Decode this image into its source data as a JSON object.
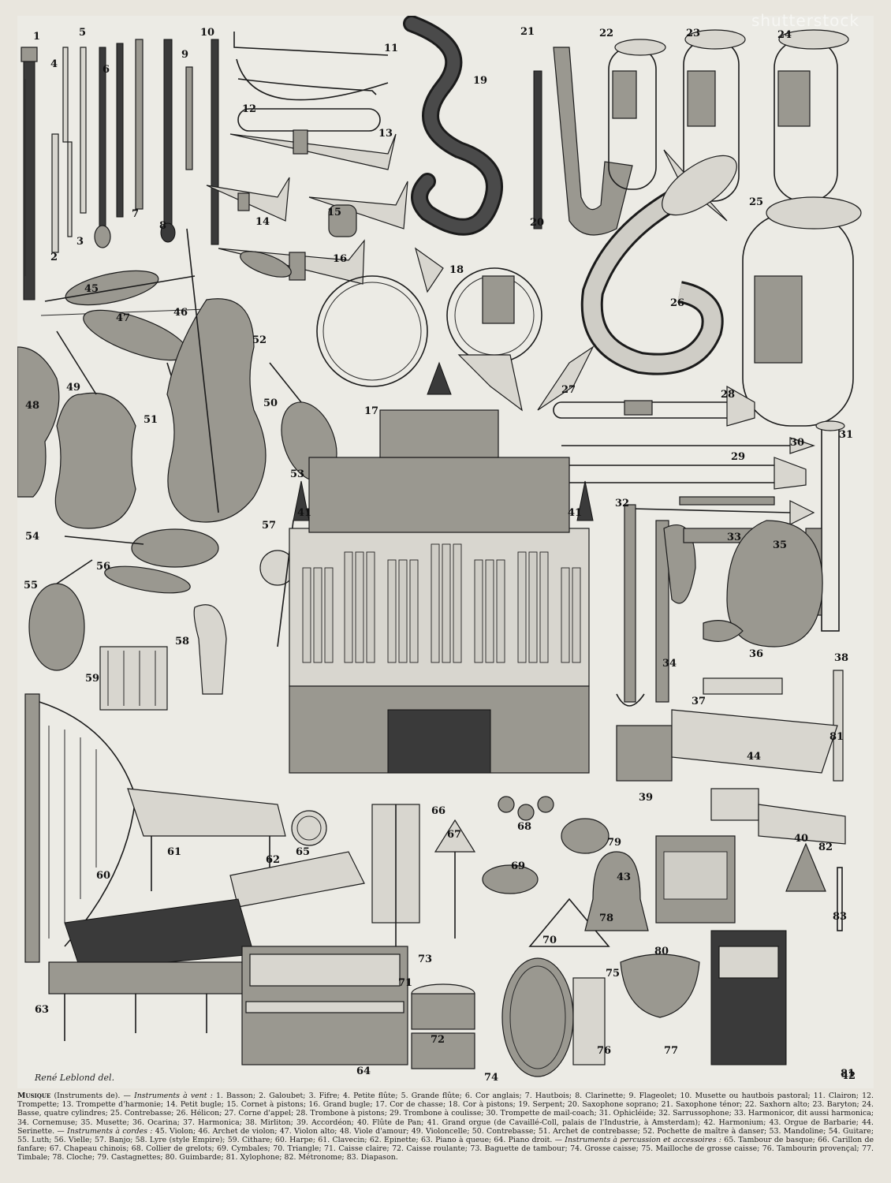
{
  "signature": "René Leblond del.",
  "watermark": "shutterstock",
  "caption": {
    "lead": "Musique",
    "lead_rest": " (Instruments de). — ",
    "wind_heading": "Instruments à vent :",
    "wind_text": " 1. Basson; 2. Galoubet; 3. Fifre; 4. Petite flûte; 5. Grande flûte; 6. Cor anglais; 7. Hautbois; 8. Clarinette; 9. Flageolet; 10. Musette ou hautbois pastoral; 11. Clairon; 12. Trompette; 13. Trompette d'harmonie; 14. Petit bugle; 15. Cornet à pistons; 16. Grand bugle; 17. Cor de chasse; 18. Cor à pistons; 19. Serpent; 20. Saxophone soprano; 21. Saxophone ténor; 22. Saxhorn alto; 23. Baryton; 24. Basse, quatre cylindres; 25. Contrebasse; 26. Hélicon; 27. Corne d'appel; 28. Trombone à pistons; 29. Trombone à coulisse; 30. Trompette de mail-coach; 31. Ophicléide; 32. Sarrussophone; 33. Harmonicor, dit aussi harmonica; 34. Cornemuse; 35. Musette; 36. Ocarina; 37. Harmonica; 38. Mirliton; 39. Accordéon; 40. Flûte de Pan; 41. Grand orgue (de Cavaillé-Coll, palais de l'Industrie, à Amsterdam); 42. Harmonium; 43. Orgue de Barbarie; 44. Serinette. — ",
    "string_heading": "Instruments à cordes :",
    "string_text": " 45. Violon; 46. Archet de violon; 47. Violon alto; 48. Viole d'amour; 49. Violoncelle; 50. Contrebasse; 51. Archet de contrebasse; 52. Pochette de maître à danser; 53. Mandoline; 54. Guitare; 55. Luth; 56. Vielle; 57. Banjo; 58. Lyre (style Empire); 59. Cithare; 60. Harpe; 61. Clavecin; 62. Epinette; 63. Piano à queue; 64. Piano droit. — ",
    "perc_heading": "Instruments à percussion et accessoires :",
    "perc_text": " 65. Tambour de basque; 66. Carillon de fanfare; 67. Chapeau chinois; 68. Collier de grelots; 69. Cymbales; 70. Triangle; 71. Caisse claire; 72. Caisse roulante; 73. Baguette de tambour; 74. Grosse caisse; 75. Mailloche de grosse caisse; 76. Tambourin provençal; 77. Timbale; 78. Cloche; 79. Castagnettes; 80. Guimbarde; 81. Xylophone; 82. Métronome; 83. Diapason."
  },
  "labels": [
    "1",
    "2",
    "3",
    "4",
    "5",
    "6",
    "7",
    "8",
    "9",
    "10",
    "11",
    "12",
    "13",
    "14",
    "15",
    "16",
    "17",
    "18",
    "19",
    "20",
    "21",
    "22",
    "23",
    "24",
    "25",
    "26",
    "27",
    "28",
    "29",
    "30",
    "31",
    "32",
    "33",
    "34",
    "35",
    "36",
    "37",
    "38",
    "39",
    "40",
    "41",
    "41",
    "42",
    "43",
    "44",
    "45",
    "46",
    "47",
    "48",
    "49",
    "50",
    "51",
    "52",
    "53",
    "54",
    "55",
    "56",
    "57",
    "58",
    "59",
    "60",
    "61",
    "62",
    "63",
    "64",
    "65",
    "66",
    "67",
    "68",
    "69",
    "70",
    "71",
    "72",
    "73",
    "74",
    "75",
    "76",
    "77",
    "78",
    "79",
    "80",
    "81",
    "81",
    "82",
    "83"
  ]
}
